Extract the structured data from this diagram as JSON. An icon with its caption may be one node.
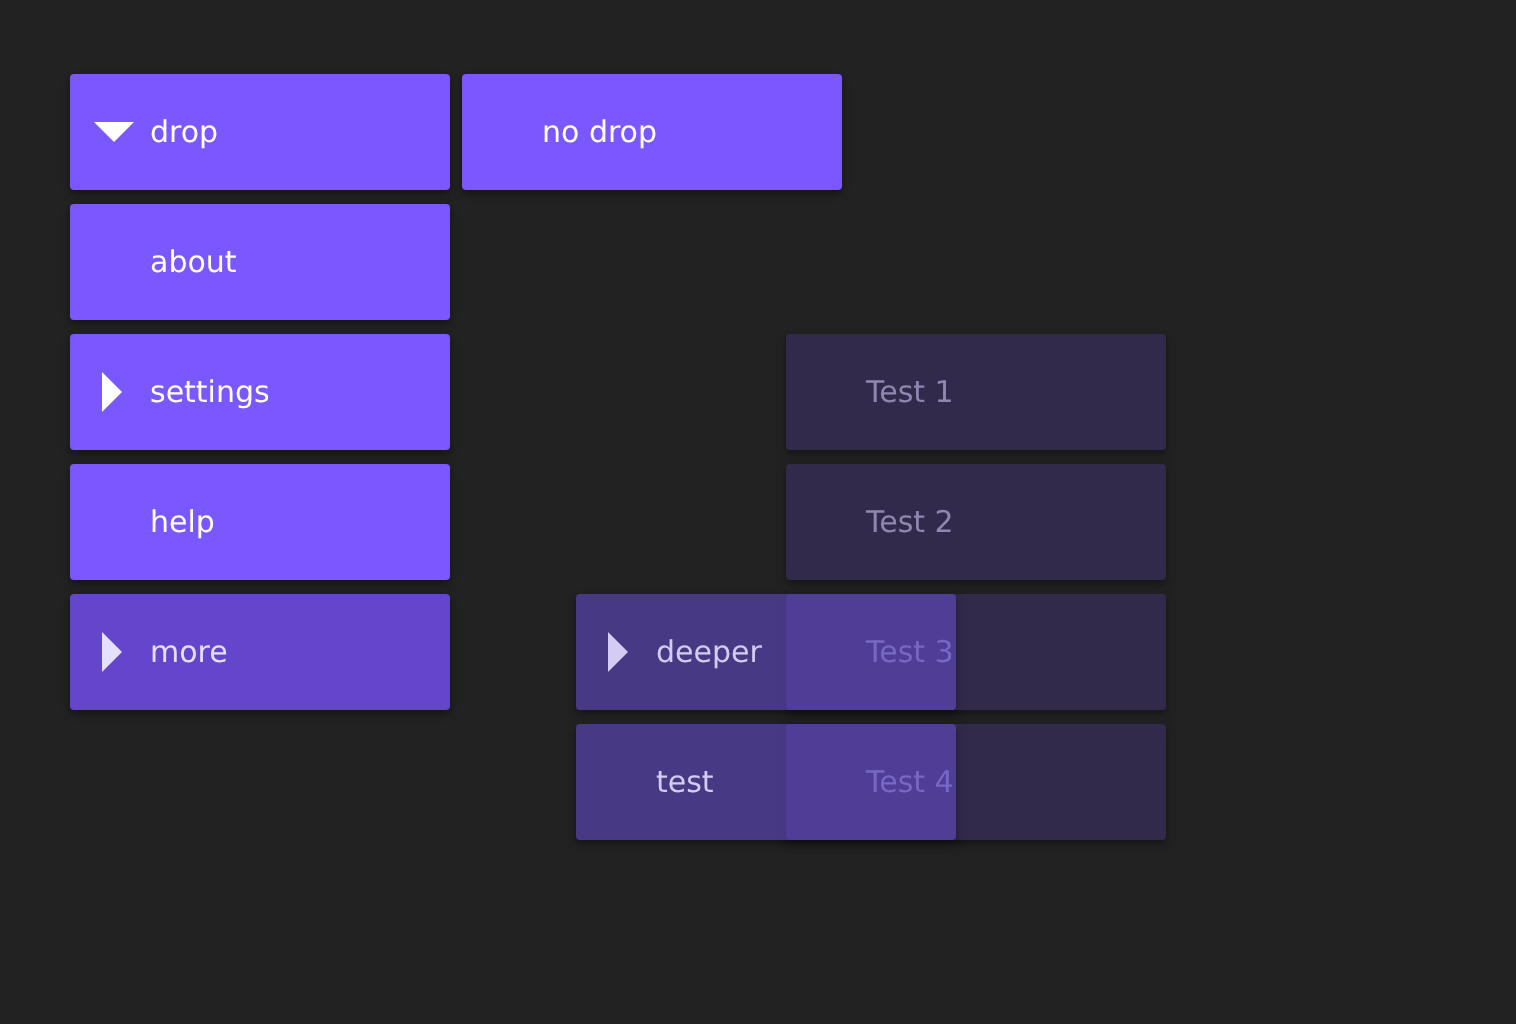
{
  "diagram": {
    "nodes": [
      {
        "text": [
          "drop"
        ]
      },
      {
        "text": [
          "no drop"
        ]
      },
      {
        "text": [
          "about"
        ]
      },
      {
        "text": [
          "settings"
        ]
      },
      {
        "text": [
          "Test 1"
        ]
      },
      {
        "text": [
          "help"
        ]
      },
      {
        "text": [
          "Test 2"
        ]
      },
      {
        "text": [
          "more"
        ]
      },
      {
        "text": [
          "Test 3"
        ]
      },
      {
        "text": [
          "deeper"
        ]
      },
      {
        "text": [
          "Test 4"
        ]
      },
      {
        "text": [
          "test"
        ]
      }
    ]
  }
}
